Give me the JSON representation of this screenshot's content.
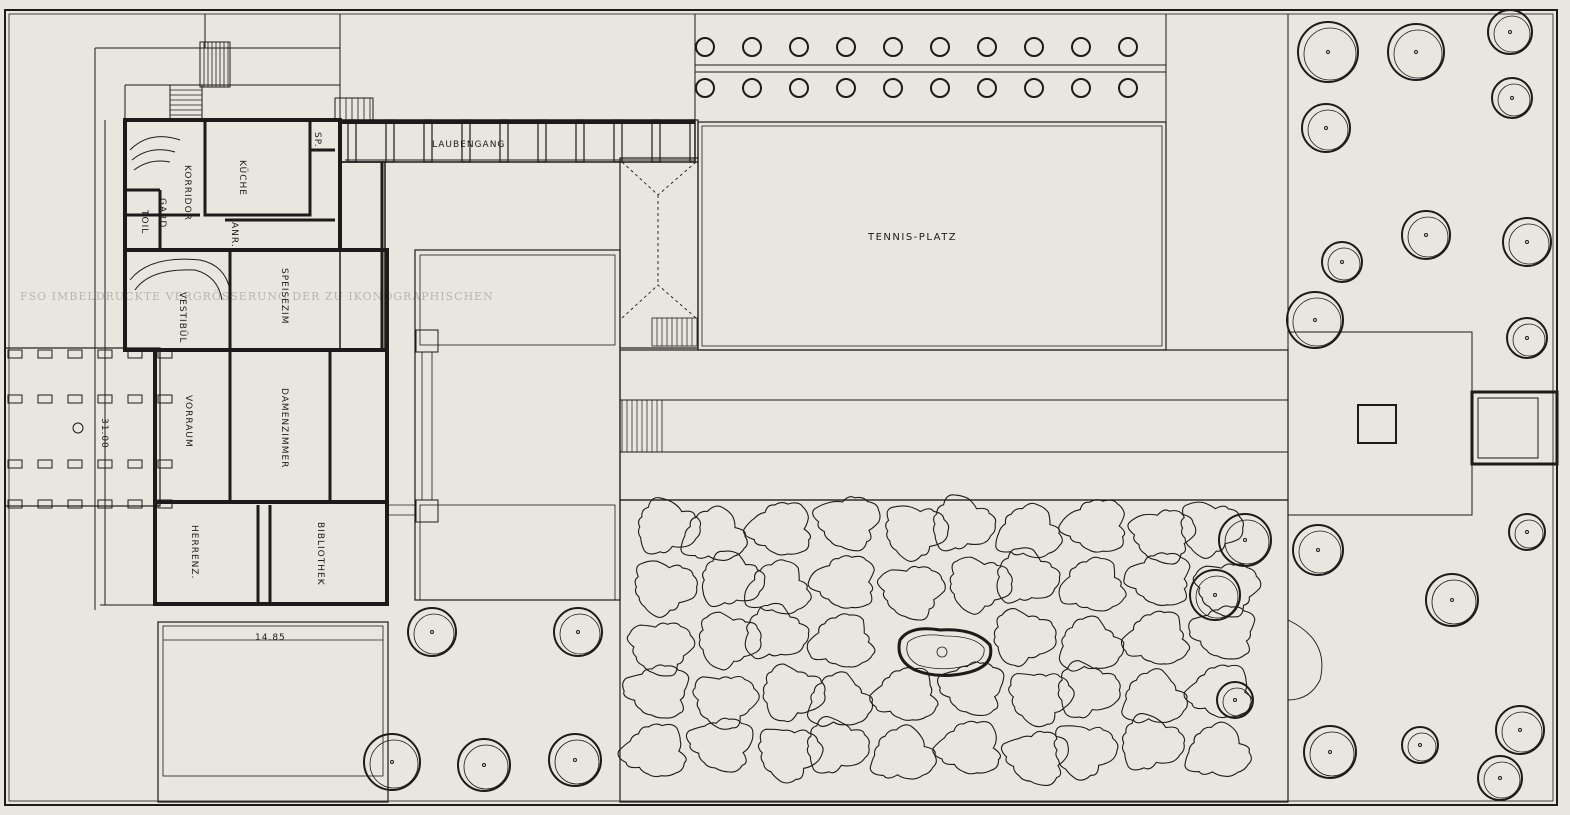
{
  "plan": {
    "labels": {
      "laubengang": "LAUBENGANG",
      "tennis_platz": "TENNIS-PLATZ",
      "kueche": "KÜCHE",
      "korridor": "KORRIDOR",
      "anr": "ANR.",
      "sp": "SP.",
      "gard": "GARD",
      "tol": "TOIL",
      "vestibuel": "VESTIBÜL",
      "speisezimmer": "SPEISEZIM",
      "vorraum": "VORRAUM",
      "damenzimmer": "DAMENZIMMER",
      "herrenzimmer": "HERRENZ.",
      "bibliothek": "BIBLIOTHEK"
    },
    "dimensions": {
      "width_label": "14.85",
      "depth_label": "31.00"
    },
    "bleed_through_text": "FSO IMBELDRUCKTE VERGRÖSSERUNG DER ZU IKONOGRAPHISCHEN"
  }
}
